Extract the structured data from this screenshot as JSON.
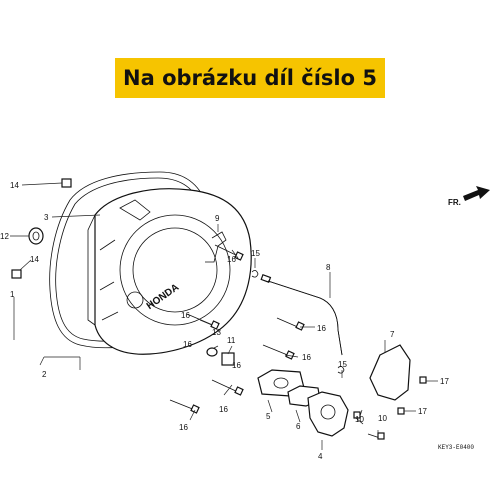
{
  "banner": {
    "text": "Na obrázku díl číslo 5",
    "color": "#f6c400"
  },
  "diagram": {
    "direction_label": "FR.",
    "drawing_code": "KEY3-E0400",
    "cover_logo": "HONDA",
    "callouts": {
      "n1": "1",
      "n2": "2",
      "n3": "3",
      "n4": "4",
      "n5": "5",
      "n6": "6",
      "n7": "7",
      "n8": "8",
      "n9": "9",
      "n10a": "10",
      "n10b": "10",
      "n11": "11",
      "n12": "12",
      "n13": "13",
      "n14a": "14",
      "n14b": "14",
      "n15a": "15",
      "n15b": "15",
      "n16a": "16",
      "n16b": "16",
      "n16c": "16",
      "n16d": "16",
      "n16e": "16",
      "n16f": "16",
      "n16g": "16",
      "n17a": "17",
      "n17b": "17"
    }
  }
}
